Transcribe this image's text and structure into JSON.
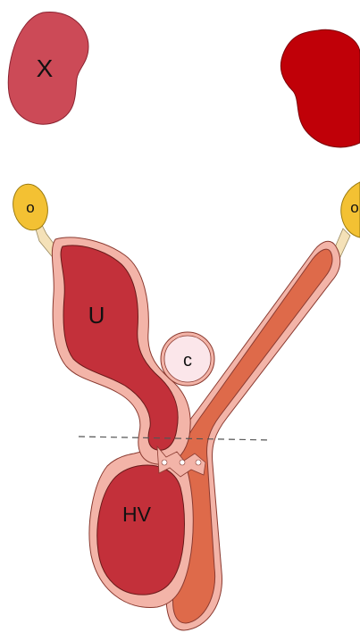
{
  "labels": {
    "kidney_left": "X",
    "ovary_left": "o",
    "ovary_right": "o",
    "uterus": "U",
    "cervix_mass": "c",
    "hematocolpos": "HV"
  },
  "colors": {
    "kidney_left": "#cc4a57",
    "kidney_right": "#c00008",
    "ovary": "#f3c133",
    "uterus_fill": "#c3303a",
    "uterus_wall": "#f3b4a8",
    "right_horn": "#de6a4a",
    "cyst_fill": "#fbe6ea",
    "outline": "#7a2a2a"
  }
}
